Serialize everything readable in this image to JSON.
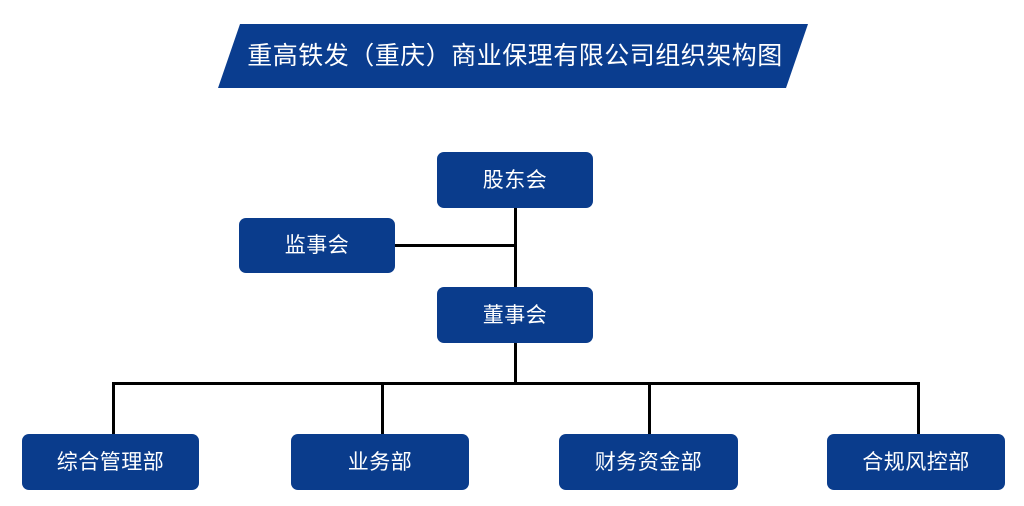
{
  "title": {
    "text": "重高铁发（重庆）商业保理有限公司组织架构图",
    "banner_color": "#0a3d8f",
    "text_color": "#ffffff"
  },
  "theme": {
    "node_fill": "#0a3c8c",
    "node_text": "#ffffff",
    "connector_color": "#000000",
    "background": "#ffffff"
  },
  "chart_data": {
    "type": "diagram",
    "diagram_kind": "organization-chart",
    "title": "重高铁发（重庆）商业保理有限公司组织架构图",
    "nodes": [
      {
        "id": "shareholders",
        "label": "股东会",
        "level": 0
      },
      {
        "id": "supervisors",
        "label": "监事会",
        "level": 1
      },
      {
        "id": "board",
        "label": "董事会",
        "level": 1
      },
      {
        "id": "dept-0",
        "label": "综合管理部",
        "level": 2
      },
      {
        "id": "dept-1",
        "label": "业务部",
        "level": 2
      },
      {
        "id": "dept-2",
        "label": "财务资金部",
        "level": 2
      },
      {
        "id": "dept-3",
        "label": "合规风控部",
        "level": 2
      }
    ],
    "edges": [
      {
        "from": "shareholders",
        "to": "board"
      },
      {
        "from": "shareholders",
        "to": "supervisors"
      },
      {
        "from": "board",
        "to": "dept-0"
      },
      {
        "from": "board",
        "to": "dept-1"
      },
      {
        "from": "board",
        "to": "dept-2"
      },
      {
        "from": "board",
        "to": "dept-3"
      }
    ]
  },
  "nodes": {
    "shareholders": {
      "label": "股东会"
    },
    "supervisors": {
      "label": "监事会"
    },
    "board": {
      "label": "董事会"
    },
    "departments": [
      {
        "label": "综合管理部"
      },
      {
        "label": "业务部"
      },
      {
        "label": "财务资金部"
      },
      {
        "label": "合规风控部"
      }
    ]
  }
}
